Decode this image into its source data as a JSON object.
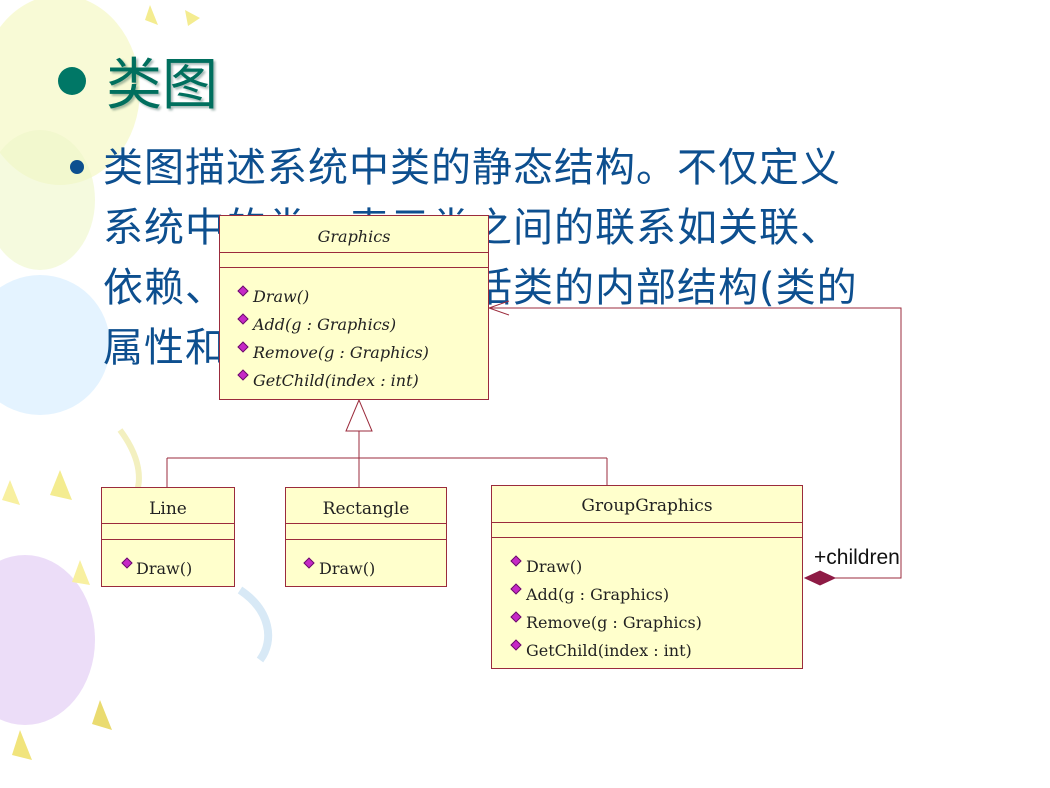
{
  "slide": {
    "title": "类图",
    "body_lines": [
      "类图描述系统中类的静态结构。不仅定义",
      "系统中的类，表示类之间的联系如关联、",
      "依赖、聚合等，也包括类的内部结构(类的",
      "属性和操作)。"
    ]
  },
  "diagram": {
    "classes": [
      {
        "name": "Graphics",
        "abstract": true,
        "operations": [
          "Draw()",
          "Add(g : Graphics)",
          "Remove(g : Graphics)",
          "GetChild(index : int)"
        ]
      },
      {
        "name": "Line",
        "abstract": false,
        "operations": [
          "Draw()"
        ]
      },
      {
        "name": "Rectangle",
        "abstract": false,
        "operations": [
          "Draw()"
        ]
      },
      {
        "name": "GroupGraphics",
        "abstract": false,
        "operations": [
          "Draw()",
          "Add(g : Graphics)",
          "Remove(g : Graphics)",
          "GetChild(index : int)"
        ]
      }
    ],
    "aggregation_role": "+children",
    "colors": {
      "class_fill": "#ffffcc",
      "class_border": "#9b2b3c",
      "operation_marker": "#c628c6",
      "title": "#006f5e",
      "body_text": "#0d4f8f"
    }
  }
}
